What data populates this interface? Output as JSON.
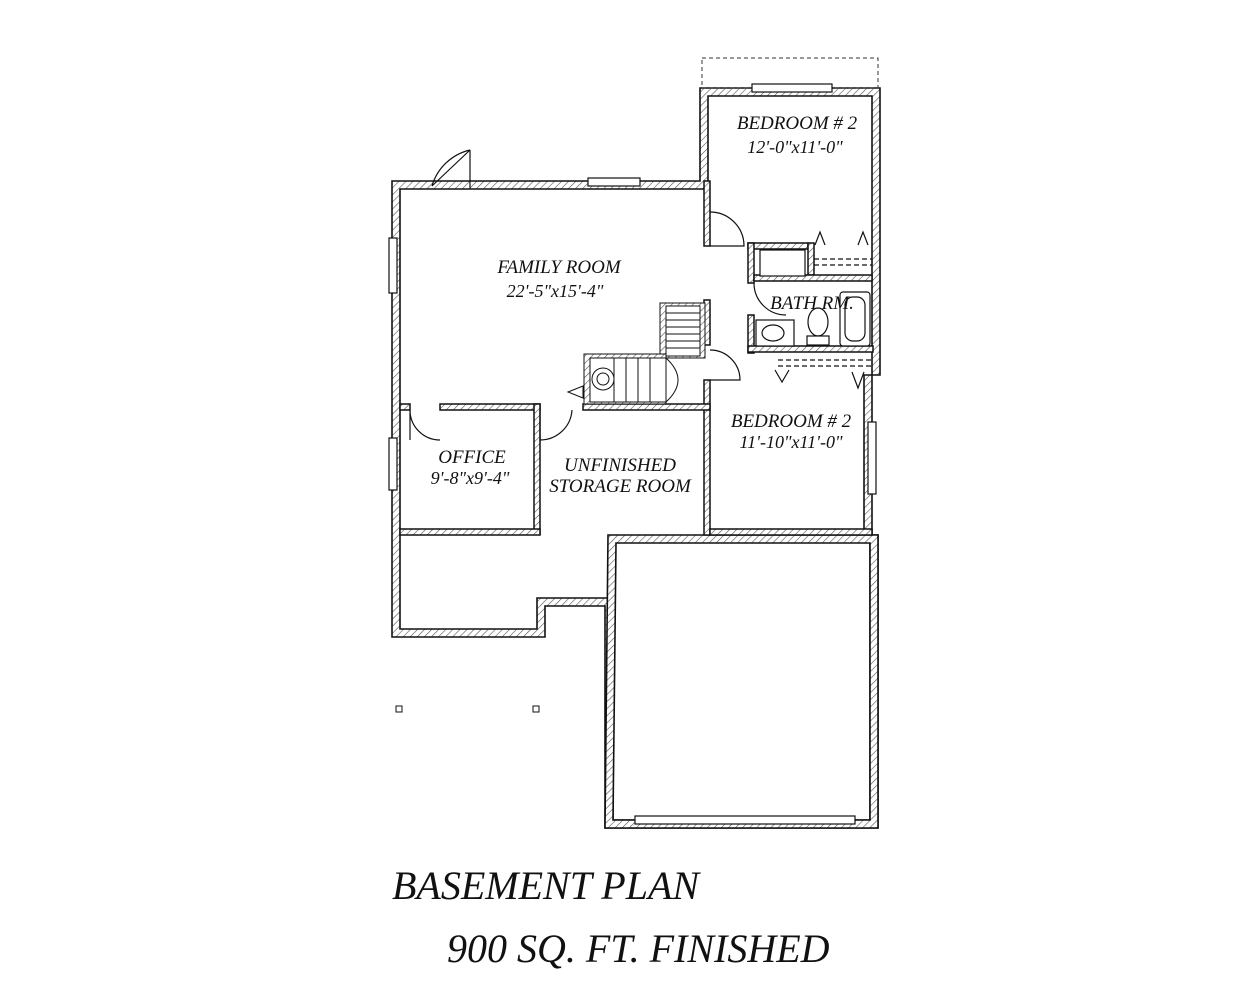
{
  "rooms": {
    "bedroom_top": {
      "name": "BEDROOM # 2",
      "size": "12'-0\"x11'-0\""
    },
    "family_room": {
      "name": "FAMILY ROOM",
      "size": "22'-5\"x15'-4\""
    },
    "bath": {
      "name": "BATH RM."
    },
    "bedroom_bottom": {
      "name": "BEDROOM # 2",
      "size": "11'-10\"x11'-0\""
    },
    "office": {
      "name": "OFFICE",
      "size": "9'-8\"x9'-4\""
    },
    "storage": {
      "line1": "UNFINISHED",
      "line2": "STORAGE ROOM"
    }
  },
  "title": "BASEMENT PLAN",
  "subtitle": "900 SQ. FT. FINISHED",
  "colors": {
    "wall": "#111111",
    "hatch": "#555555"
  }
}
